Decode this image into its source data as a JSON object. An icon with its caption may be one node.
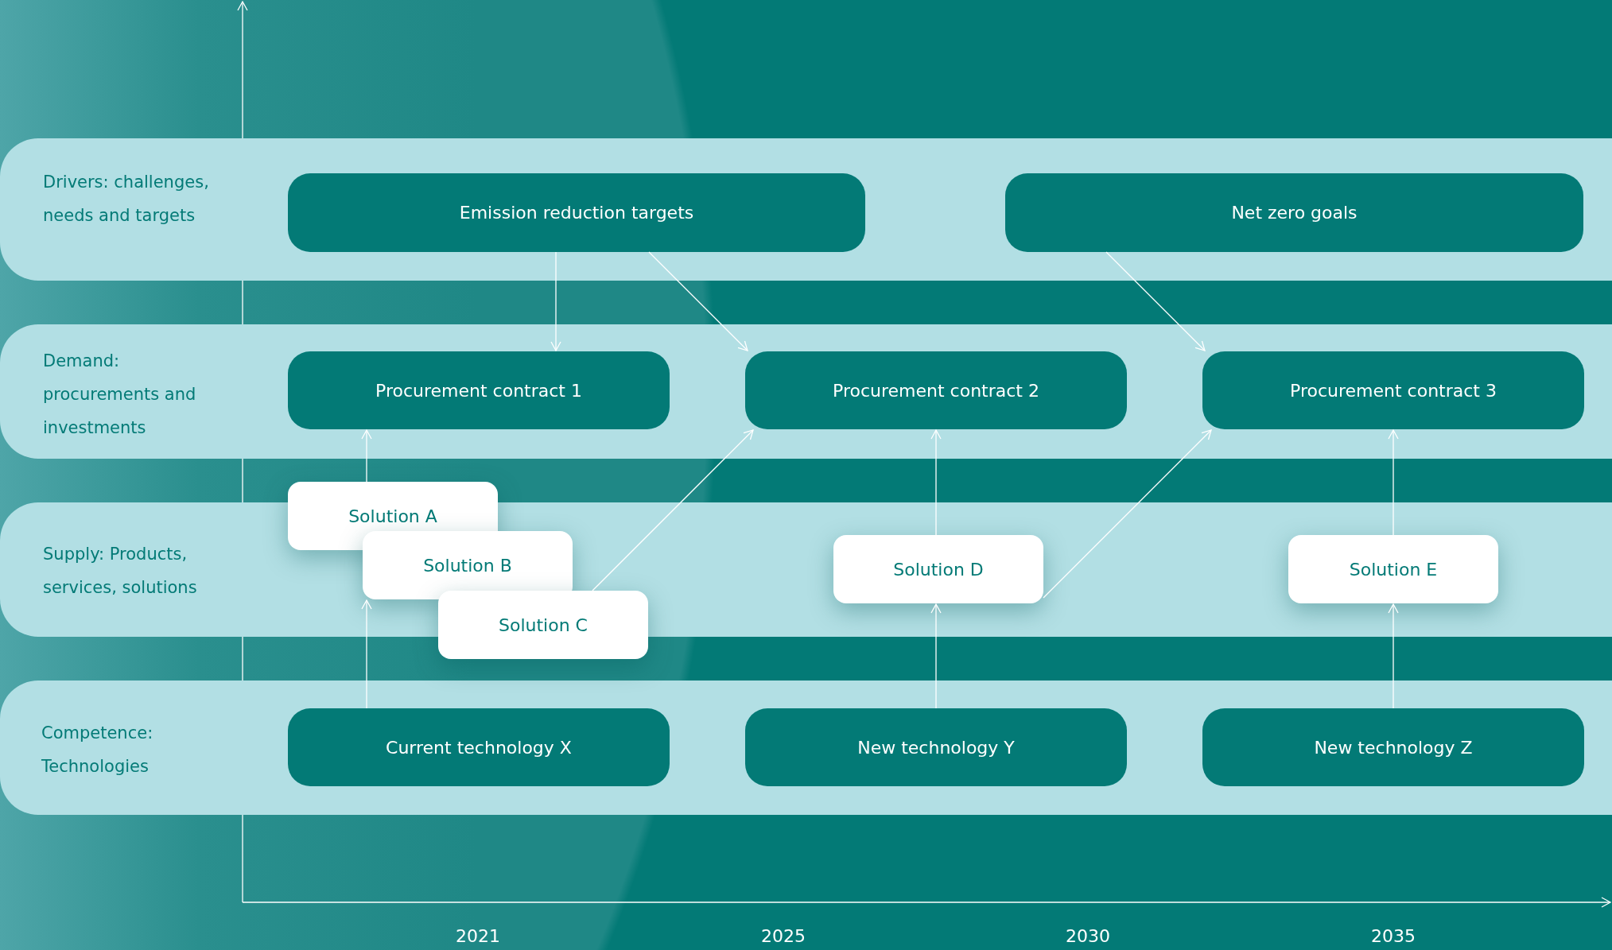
{
  "diagram": {
    "nodes": [
      {
        "text": [
          "Drivers: challenges, needs and targets"
        ]
      },
      {
        "text": [
          "Emission reduction targets"
        ],
        "in": 0
      },
      {
        "text": [
          "Net zero goals"
        ],
        "in": 0
      },
      {
        "text": [
          "Demand: procurements and investments"
        ]
      },
      {
        "text": [
          "Procurement contract 1"
        ],
        "in": 3
      },
      {
        "text": [
          "Procurement contract 2"
        ],
        "in": 3
      },
      {
        "text": [
          "Procurement contract 3"
        ],
        "in": 3
      },
      {
        "text": [
          "Supply: Products, services, solutions"
        ]
      },
      {
        "text": [
          "Solution A"
        ]
      },
      {
        "text": [
          "Solution B"
        ],
        "in": 7
      },
      {
        "text": [
          "Solution C"
        ]
      },
      {
        "text": [
          "Solution D"
        ],
        "in": 7
      },
      {
        "text": [
          "Solution E"
        ],
        "in": 7
      },
      {
        "text": [
          "Competence: Technologies"
        ]
      },
      {
        "text": [
          "Current technology X"
        ],
        "in": 13
      },
      {
        "text": [
          "New technology Y"
        ],
        "in": 13
      },
      {
        "text": [
          "New technology Z"
        ],
        "in": 13
      }
    ],
    "edges": [
      {
        "from": 1,
        "to": 4,
        "arrow": "to"
      },
      {
        "from": 1,
        "to": 5,
        "arrow": "to"
      },
      {
        "from": 2,
        "to": 6,
        "arrow": "to"
      },
      {
        "from": 8,
        "to": 4,
        "arrow": "to"
      },
      {
        "from": 14,
        "to": 9,
        "arrow": "to"
      },
      {
        "from": 10,
        "to": 5,
        "arrow": "to"
      },
      {
        "from": 11,
        "to": 5,
        "arrow": "to"
      },
      {
        "from": 15,
        "to": 11,
        "arrow": "to"
      },
      {
        "from": 11,
        "to": 6,
        "arrow": "to"
      },
      {
        "from": 12,
        "to": 6,
        "arrow": "to"
      },
      {
        "from": 16,
        "to": 12,
        "arrow": "to"
      }
    ],
    "labels": [
      "2021",
      "2025",
      "2030",
      "2035"
    ]
  }
}
